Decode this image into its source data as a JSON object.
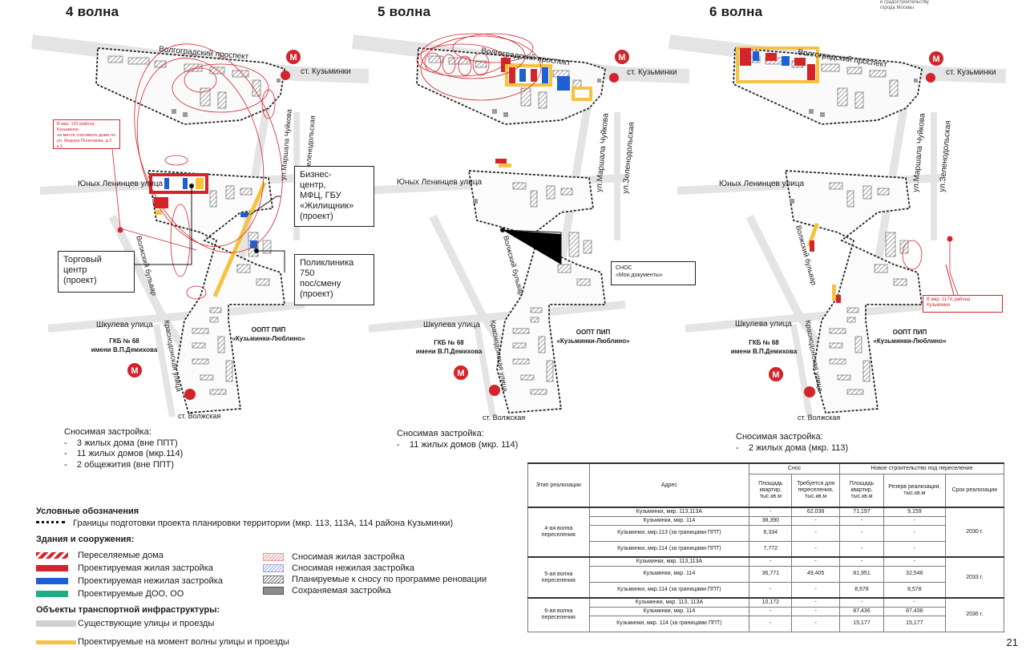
{
  "page": {
    "corner_text": [
      "и градостроительству",
      "города Москвы"
    ],
    "page_number": "21"
  },
  "waves": [
    {
      "title": "4 волна",
      "map": {
        "street_volgograd": "Волгоградский проспект",
        "metro_kuzminki": "ст. Кузьминки",
        "street_yunykh": "Юных Ленинцев улица",
        "street_chuykova": "ул.Маршала Чуйкова",
        "street_zelenodolskaya": "ул.Зеленодольская",
        "street_volzhsky": "Волжский бульвар",
        "street_shkuleva": "Шкулева улица",
        "street_krasnodonskaya": "Краснодонская улица",
        "hospital": "ГКБ № 68",
        "hospital_name": "имени В.П.Демихова",
        "park": "ООПТ ПИП",
        "park_name": "«Кузьминки-Люблино»",
        "metro_volzhskaya": "ст. Волжская"
      },
      "callouts": {
        "business": [
          "Бизнес-",
          "центр,",
          "МФЦ, ГБУ",
          "«Жилищник»",
          "(проект)"
        ],
        "trade": [
          "Торговый",
          "центр",
          "(проект)"
        ],
        "clinic": [
          "Поликлиника",
          "750",
          "пос/смену",
          "(проект)"
        ],
        "red_note": [
          "В мкр. 120 района Кузьминки",
          "на месте сносимого дома  по",
          "ул. Федора Полетаева, д.2,",
          "к.1"
        ]
      },
      "demolition_heading": "Сносимая застройка:",
      "demolition_items": [
        "3 жилых дома (вне ППТ)",
        "11 жилых домов (мкр.114)",
        "2 общежития (вне ППТ)"
      ]
    },
    {
      "title": "5 волна",
      "map": {
        "street_volgograd": "Волгоградский проспект",
        "metro_kuzminki": "ст. Кузьминки",
        "street_yunykh": "Юных Ленинцев улица",
        "street_chuykova": "ул.Маршала Чуйкова",
        "street_zelenodolskaya": "ул.Зеленодольская",
        "street_volzhsky": "Волжский бульвар",
        "street_shkuleva": "Шкулева улица",
        "street_krasnodonskaya": "Краснодонская улица",
        "hospital": "ГКБ № 68",
        "hospital_name": "имени В.П.Демихова",
        "park": "ООПТ ПИП",
        "park_name": "«Кузьминки-Люблино»",
        "metro_volzhskaya": "ст. Волжская"
      },
      "callouts": {
        "snos": [
          "СНОС",
          "«Мои документы»"
        ]
      },
      "demolition_heading": "Сносимая застройка:",
      "demolition_items": [
        "11 жилых домов (мкр. 114)"
      ]
    },
    {
      "title": "6 волна",
      "map": {
        "street_volgograd": "Волгоградский проспект",
        "metro_kuzminki": "ст. Кузьминки",
        "street_yunykh": "Юных Ленинцев улица",
        "street_chuykova": "ул.Маршала Чуйкова",
        "street_zelenodolskaya": "ул.Зеленодольская",
        "street_volzhsky": "Волжский бульвар",
        "street_shkuleva": "Шкулева улица",
        "street_krasnodonskaya": "Краснодонская улица",
        "hospital": "ГКБ № 68",
        "hospital_name": "имени В.П.Демихова",
        "park": "ООПТ ПИП",
        "park_name": "«Кузьминки-Люблино»",
        "metro_volzhskaya": "ст. Волжская"
      },
      "callouts": {
        "red_note": [
          "В мкр. 117А района",
          "Кузьминки"
        ]
      },
      "demolition_heading": "Сносимая застройка:",
      "demolition_items": [
        "2 жилых дома (мкр. 113)"
      ]
    }
  ],
  "metro_symbol": "М",
  "legend": {
    "title": "Условные обозначения",
    "boundary": "Границы подготовки проекта планировки территории (мкр. 113, 113А, 114 района Кузьминки)",
    "buildings_heading": "Здания и сооружения:",
    "buildings_left": [
      {
        "label": "Переселяемые дома",
        "color": "#d4242b",
        "style": "hatch"
      },
      {
        "label": "Проектируемая жилая застройка",
        "color": "#d4242b",
        "style": "solid"
      },
      {
        "label": "Проектируемая нежилая застройка",
        "color": "#1f5fd6",
        "style": "solid"
      },
      {
        "label": "Проектируемые  ДОО, ОО",
        "color": "#1fae84",
        "style": "solid"
      }
    ],
    "buildings_right": [
      {
        "label": "Сносимая жилая застройка",
        "color": "#e9a3a3",
        "style": "hatch-light"
      },
      {
        "label": "Сносимая нежилая застройка",
        "color": "#a6b0e0",
        "style": "hatch-light"
      },
      {
        "label": "Планируемые  к сносу по программе реновации",
        "color": "#9a9a9a",
        "style": "hatch-gray"
      },
      {
        "label": "Сохраняемая застройка",
        "color": "#8c8c8c",
        "style": "solid-gray"
      }
    ],
    "transport_heading": "Объекты транспортной инфраструктуры:",
    "transport": [
      {
        "label": "Существующие улицы и проезды",
        "color": "#d0d0d0"
      },
      {
        "label": "Проектируемые на момент волны  улицы и проезды",
        "color": "#f5c242"
      }
    ]
  },
  "table": {
    "headers": {
      "stage": "Этап реализации",
      "address": "Адрес",
      "snos_group": "Снос",
      "new_group": "Новое строительство под переселение",
      "area": "Площадь квартир, тыс.кв.м",
      "required": "Требуется для переселения, тыс.кв.м",
      "new_area": "Площадь квартир, тыс.кв.м",
      "reserve": "Резерв реализации, тыс.кв.м",
      "term": "Срок реализации"
    },
    "groups": [
      {
        "stage": "4-ая волна переселения",
        "term": "2030 г.",
        "rows": [
          {
            "address": "Кузьминки, мкр. 113,113А",
            "area": "-",
            "required": "62,038",
            "new_area": "71,197",
            "reserve": "9,159"
          },
          {
            "address": "Кузьминки, мкр. 114",
            "area": "38,390",
            "required": "-",
            "new_area": "-",
            "reserve": "-"
          },
          {
            "address": "Кузьминки, мкр.113 (за границами ППТ)",
            "area": "6,334",
            "required": "-",
            "new_area": "-",
            "reserve": "-"
          },
          {
            "address": "Кузьминки, мкр.114 (за границами ППТ)",
            "area": "7,772",
            "required": "-",
            "new_area": "-",
            "reserve": "-"
          }
        ]
      },
      {
        "stage": "5-ая волна переселения",
        "term": "2033 г.",
        "rows": [
          {
            "address": "Кузьминки, мкр. 113,113А",
            "area": "-",
            "required": "-",
            "new_area": "-",
            "reserve": "-"
          },
          {
            "address": "Кузьминки, мкр. 114",
            "area": "36,771",
            "required": "49,405",
            "new_area": "81,951",
            "reserve": "32,546"
          },
          {
            "address": "Кузьминки, мкр.114 (за границами ППТ)",
            "area": "-",
            "required": "-",
            "new_area": "8,578",
            "reserve": "8,578"
          }
        ]
      },
      {
        "stage": "6-ая волна переселения",
        "term": "2036 г.",
        "rows": [
          {
            "address": "Кузьминки, мкр. 113, 113А",
            "area": "10,172",
            "required": "-",
            "new_area": "-",
            "reserve": "-"
          },
          {
            "address": "Кузьминки, мкр. 114",
            "area": "-",
            "required": "-",
            "new_area": "87,436",
            "reserve": "87,436"
          },
          {
            "address": "Кузьминки, мкр. 114 (за границами ППТ)",
            "area": "-",
            "required": "-",
            "new_area": "15,177",
            "reserve": "15,177"
          }
        ]
      }
    ]
  }
}
